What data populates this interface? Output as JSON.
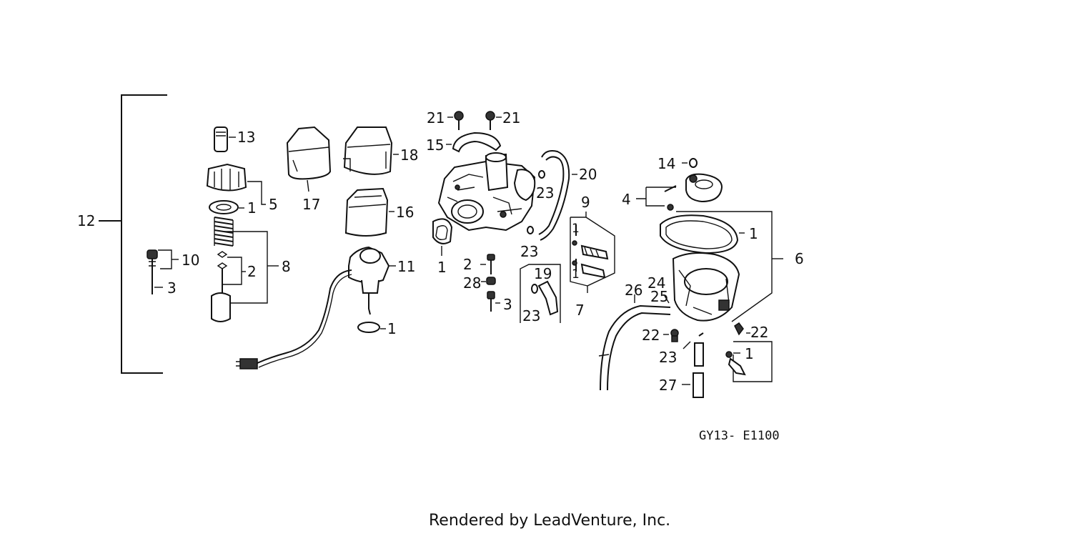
{
  "diagram": {
    "code": "GY13- E1100",
    "credit": "Rendered by LeadVenture, Inc.",
    "callouts": {
      "c1a": "1",
      "c1b": "1",
      "c1c": "1",
      "c1d": "1",
      "c1e": "1",
      "c1f": "1",
      "c1g": "1",
      "c2a": "2",
      "c2b": "2",
      "c3a": "3",
      "c3b": "3",
      "c4": "4",
      "c5": "5",
      "c6": "6",
      "c7": "7",
      "c8": "8",
      "c9": "9",
      "c10": "10",
      "c11": "11",
      "c12": "12",
      "c13": "13",
      "c14": "14",
      "c15": "15",
      "c16": "16",
      "c17": "17",
      "c18": "18",
      "c19": "19",
      "c20": "20",
      "c21a": "21",
      "c21b": "21",
      "c22a": "22",
      "c22b": "22",
      "c23a": "23",
      "c23b": "23",
      "c23c": "23",
      "c23d": "23",
      "c24": "24",
      "c25": "25",
      "c26": "26",
      "c27": "27",
      "c28": "28"
    }
  }
}
